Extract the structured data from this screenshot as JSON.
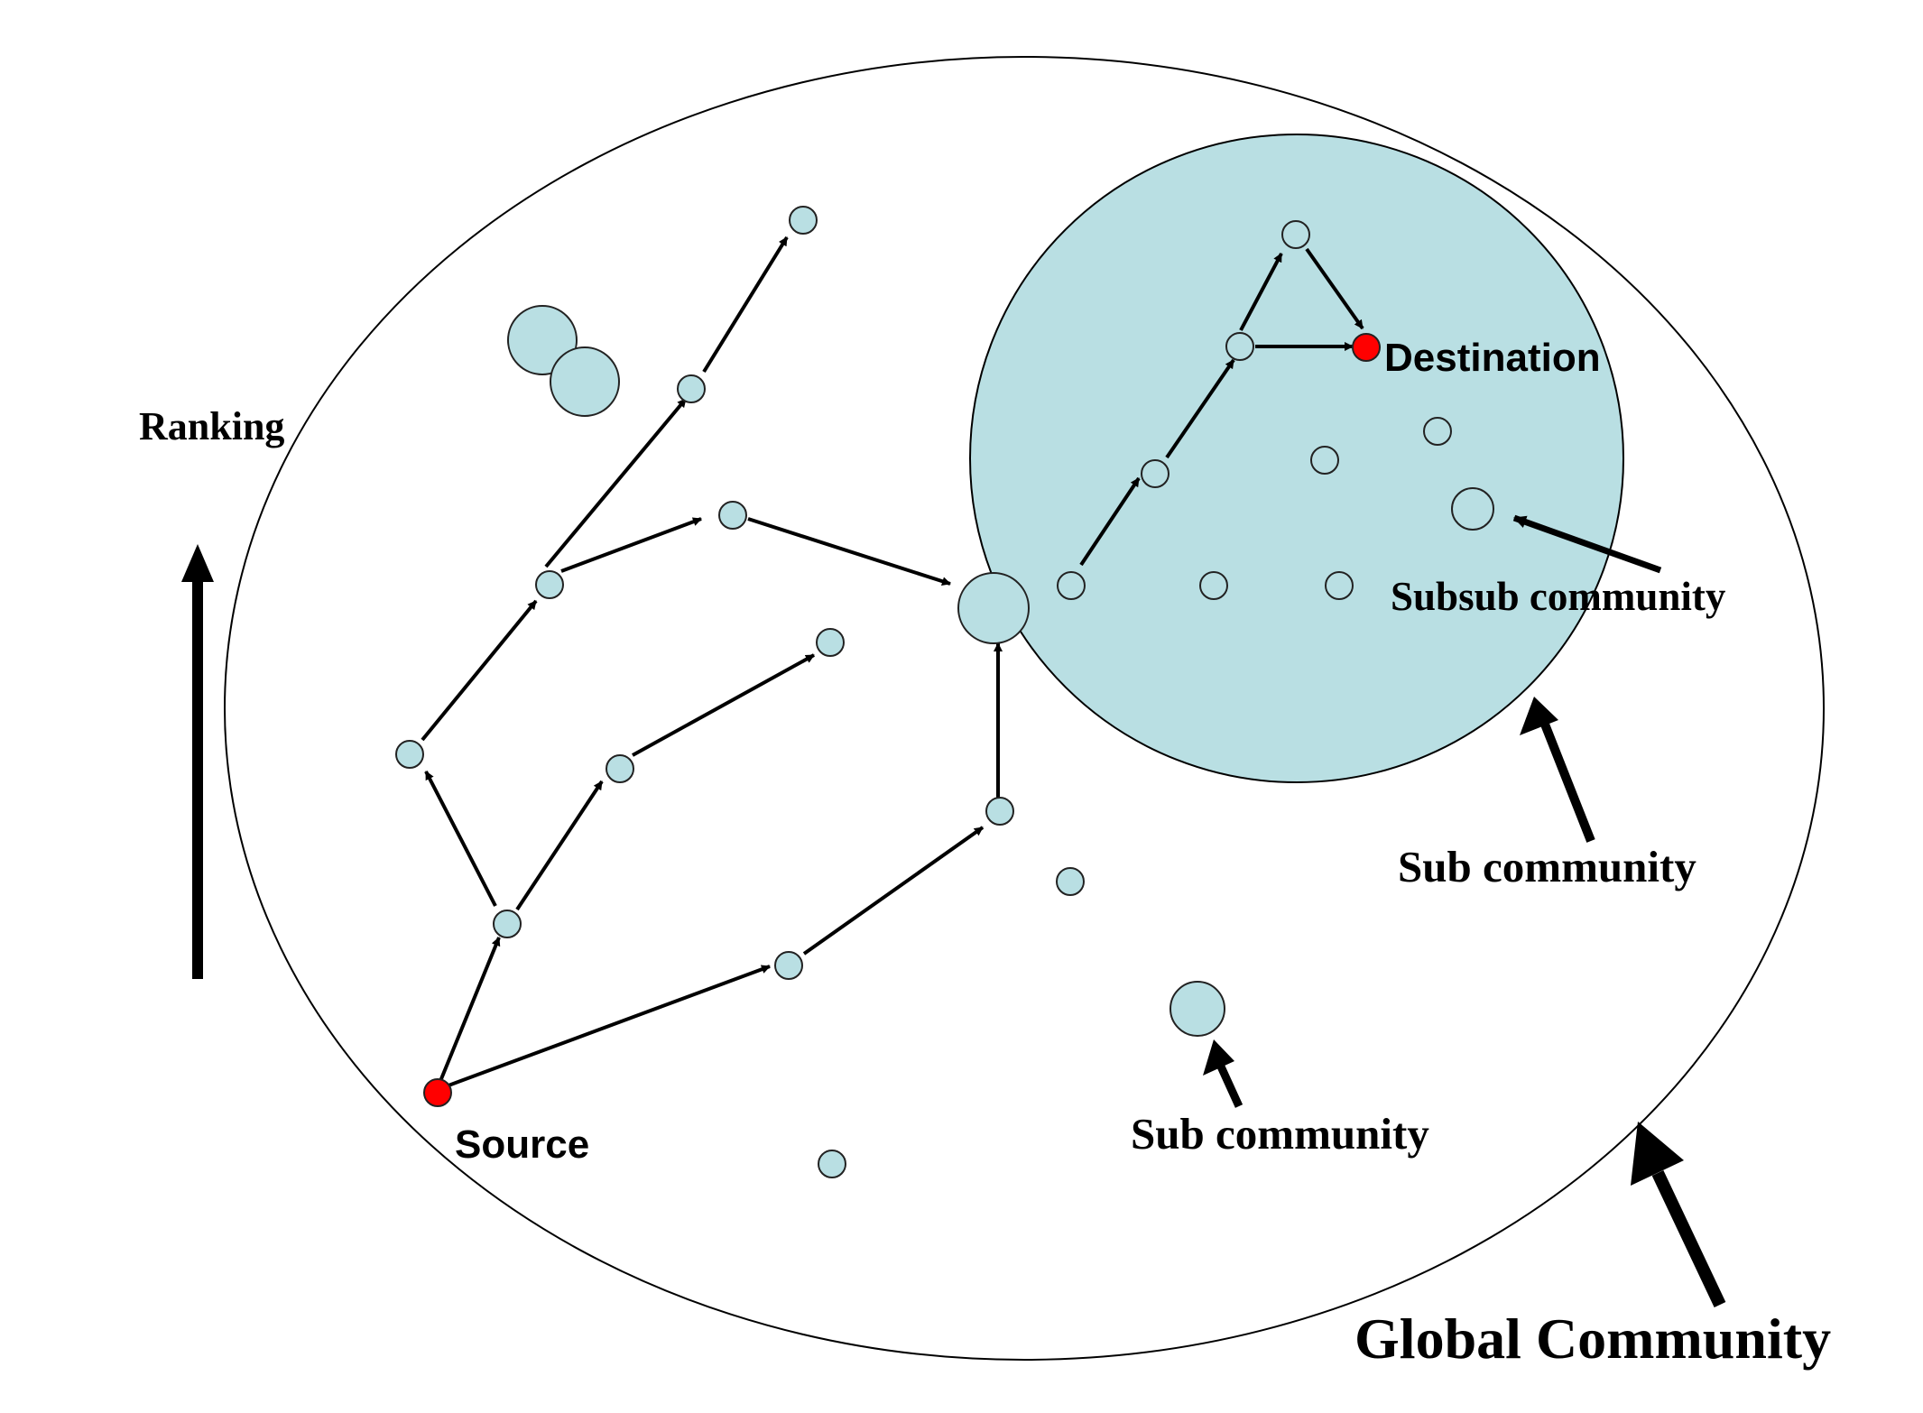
{
  "labels": {
    "ranking": "Ranking",
    "source": "Source",
    "destination": "Destination",
    "subsub_community": "Subsub community",
    "sub_community_upper": "Sub community",
    "sub_community_lower": "Sub community",
    "global_community": "Global Community"
  },
  "colors": {
    "node_fill": "#b9dfe3",
    "endpoint_fill": "#ff0000",
    "sub_community_fill": "#b9dfe3",
    "edge": "#000000",
    "outline": "#000000"
  }
}
